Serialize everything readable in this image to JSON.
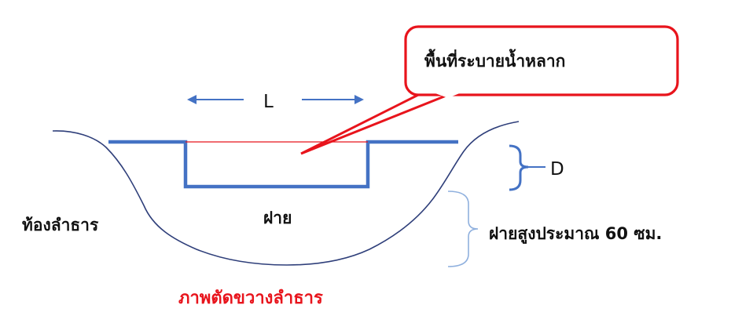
{
  "labels": {
    "callout": "พื้นที่ระบายน้ำหลาก",
    "length": "L",
    "depth": "D",
    "weir": "ฝาย",
    "stream_bed": "ท้องลำธาร",
    "weir_height": "ฝายสูงประมาณ 60 ซม.",
    "caption": "ภาพตัดขวางลำธาร"
  },
  "colors": {
    "weir_line": "#4472c4",
    "bank_line": "#2f3f7a",
    "callout_border": "#e8141c",
    "flow_line": "#e8141c",
    "caption": "#e8141c",
    "bracket": "#4472c4",
    "bracket_light": "#8fb0de",
    "text": "#111111"
  }
}
